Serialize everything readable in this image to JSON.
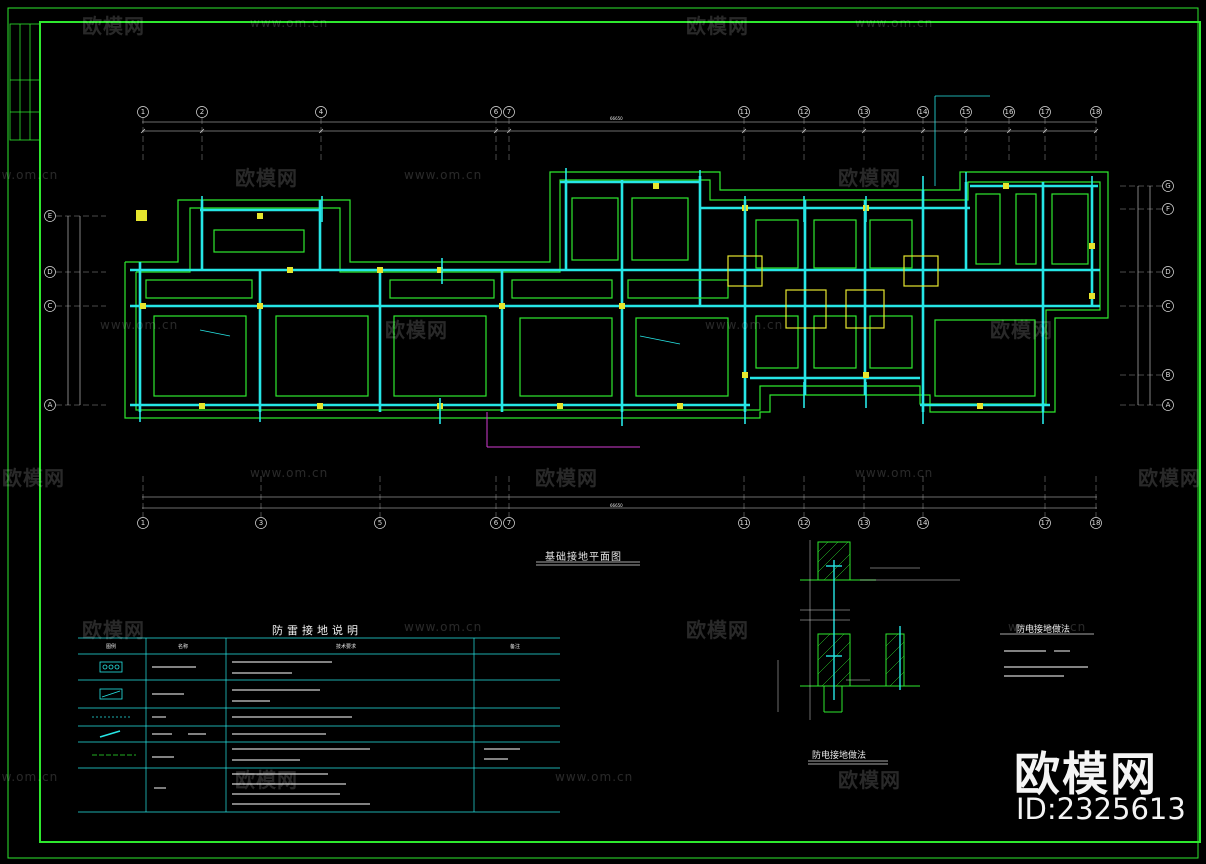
{
  "drawing": {
    "plan_title": "基础接地平面图",
    "notes_title": "防雷接地说明",
    "detail_title_1": "防电接地做法",
    "detail_title_2": "防电接地做法",
    "dim_total_top": "66650",
    "dim_total_bottom": "66650"
  },
  "axes": {
    "top": [
      "1",
      "2",
      "4",
      "6",
      "7",
      "11",
      "12",
      "13",
      "14",
      "15",
      "16",
      "17",
      "18"
    ],
    "bottom": [
      "1",
      "3",
      "5",
      "6",
      "7",
      "11",
      "12",
      "13",
      "14",
      "17",
      "18"
    ],
    "left": [
      "E",
      "D",
      "C",
      "A"
    ],
    "right": [
      "G",
      "F",
      "D",
      "C",
      "B",
      "A"
    ]
  },
  "watermark": {
    "text": "欧模网",
    "url": "www.om.cn",
    "url_partial": "www.om.cn",
    "brand": "欧模网",
    "id": "ID:2325613"
  },
  "notes_table": {
    "headers": [
      "图例",
      "名称",
      "技术要求",
      "备注"
    ],
    "rows": [
      [
        "",
        "",
        "",
        ""
      ],
      [
        "",
        "",
        "",
        ""
      ],
      [
        "",
        "",
        "",
        ""
      ],
      [
        "",
        "",
        "",
        ""
      ],
      [
        "",
        "",
        "",
        ""
      ],
      [
        "",
        "",
        "",
        ""
      ]
    ]
  },
  "colors": {
    "frame": "#2ee82e",
    "beam": "#26e6e6",
    "ground": "#2ee82e",
    "marker": "#e6e62e",
    "dim": "#e0e0e0",
    "leader": "#d23cd2"
  }
}
